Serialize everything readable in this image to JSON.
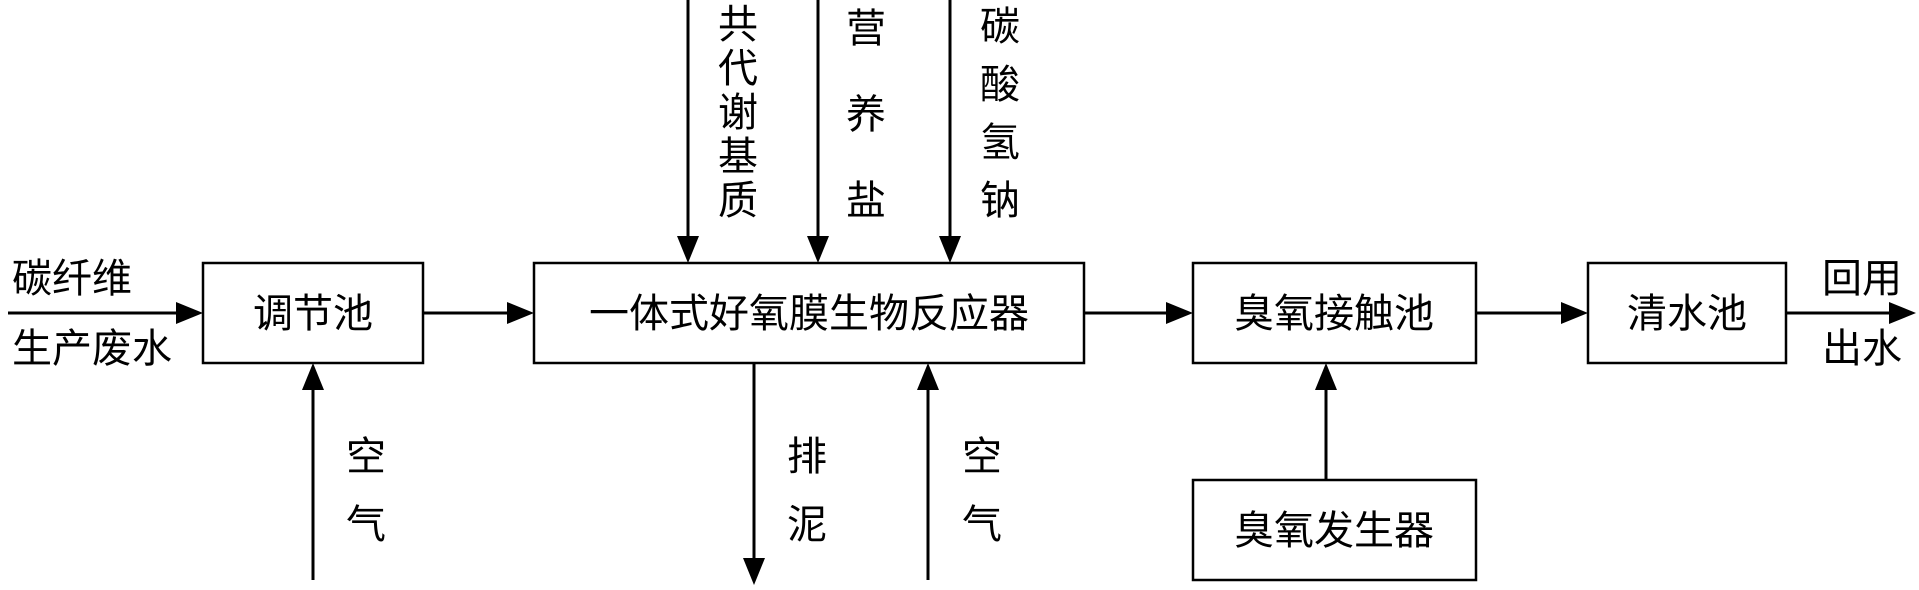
{
  "boxes": {
    "equalization_tank": "调节池",
    "mbr_reactor": "一体式好氧膜生物反应器",
    "ozone_contact_tank": "臭氧接触池",
    "clear_water_tank": "清水池",
    "ozone_generator": "臭氧发生器"
  },
  "labels": {
    "influent_line1": "碳纤维",
    "influent_line2": "生产废水",
    "air_1": [
      "空",
      "气"
    ],
    "cometabolic_substrate": [
      "共",
      "代",
      "谢",
      "基",
      "质"
    ],
    "nutrient_salt": [
      "营",
      "养",
      "盐"
    ],
    "sodium_bicarbonate": [
      "碳",
      "酸",
      "氢",
      "钠"
    ],
    "sludge_discharge": [
      "排",
      "泥"
    ],
    "air_2": [
      "空",
      "气"
    ],
    "effluent_line1": "回用",
    "effluent_line2": "出水"
  }
}
